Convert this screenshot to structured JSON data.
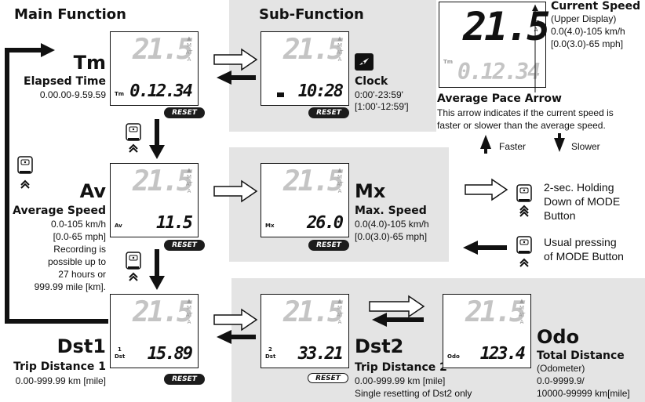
{
  "headers": {
    "main": "Main Function",
    "sub": "Sub-Function"
  },
  "display": {
    "upper": "21.5",
    "mark_m": "M",
    "mark_at": "AT",
    "mark_a": "A"
  },
  "reset_label": "RESET",
  "tm": {
    "title": "Tm",
    "name": "Elapsed Time",
    "range": "0.00.00-9.59.59",
    "unit": "Tm",
    "value": "0.12.34"
  },
  "clock": {
    "name": "Clock",
    "range1": "0:00'-23:59'",
    "range2": "[1:00'-12:59']",
    "value": "10:28"
  },
  "av": {
    "title": "Av",
    "name": "Average Speed",
    "range1": "0.0-105 km/h",
    "range2": "[0.0-65 mph]",
    "note1": "Recording is",
    "note2": "possible up to",
    "note3": "27 hours or",
    "note4": "999.99 mile [km].",
    "unit": "Av",
    "value": "11.5"
  },
  "mx": {
    "title": "Mx",
    "name": "Max. Speed",
    "range1": "0.0(4.0)-105 km/h",
    "range2": "[0.0(3.0)-65 mph]",
    "unit": "Mx",
    "value": "26.0"
  },
  "dst1": {
    "title": "Dst1",
    "name": "Trip Distance 1",
    "range": "0.00-999.99 km [mile]",
    "unit_num": "1",
    "unit": "Dst",
    "value": "15.89"
  },
  "dst2": {
    "title": "Dst2",
    "name": "Trip Distance 2",
    "range": "0.00-999.99 km [mile]",
    "note": "Single resetting of Dst2 only",
    "unit_num": "2",
    "unit": "Dst",
    "value": "33.21"
  },
  "odo": {
    "title": "Odo",
    "name": "Total Distance",
    "sub": "(Odometer)",
    "range1": "0.0-9999.9/",
    "range2": "10000-99999 km[mile]",
    "unit": "Odo",
    "value": "123.4"
  },
  "current_speed": {
    "title": "Current Speed",
    "sub": "(Upper Display)",
    "range1": "0.0(4.0)-105 km/h",
    "range2": "[0.0(3.0)-65 mph]",
    "unit": "Tm",
    "value": "0.12.34"
  },
  "pace": {
    "title": "Average Pace Arrow",
    "desc1": "This arrow indicates if the current speed is",
    "desc2": "faster or slower than the average speed.",
    "faster": "Faster",
    "slower": "Slower"
  },
  "legend": {
    "hold1": "2-sec. Holding",
    "hold2": "Down of MODE",
    "hold3": "Button",
    "usual1": "Usual pressing",
    "usual2": "of MODE Button"
  }
}
